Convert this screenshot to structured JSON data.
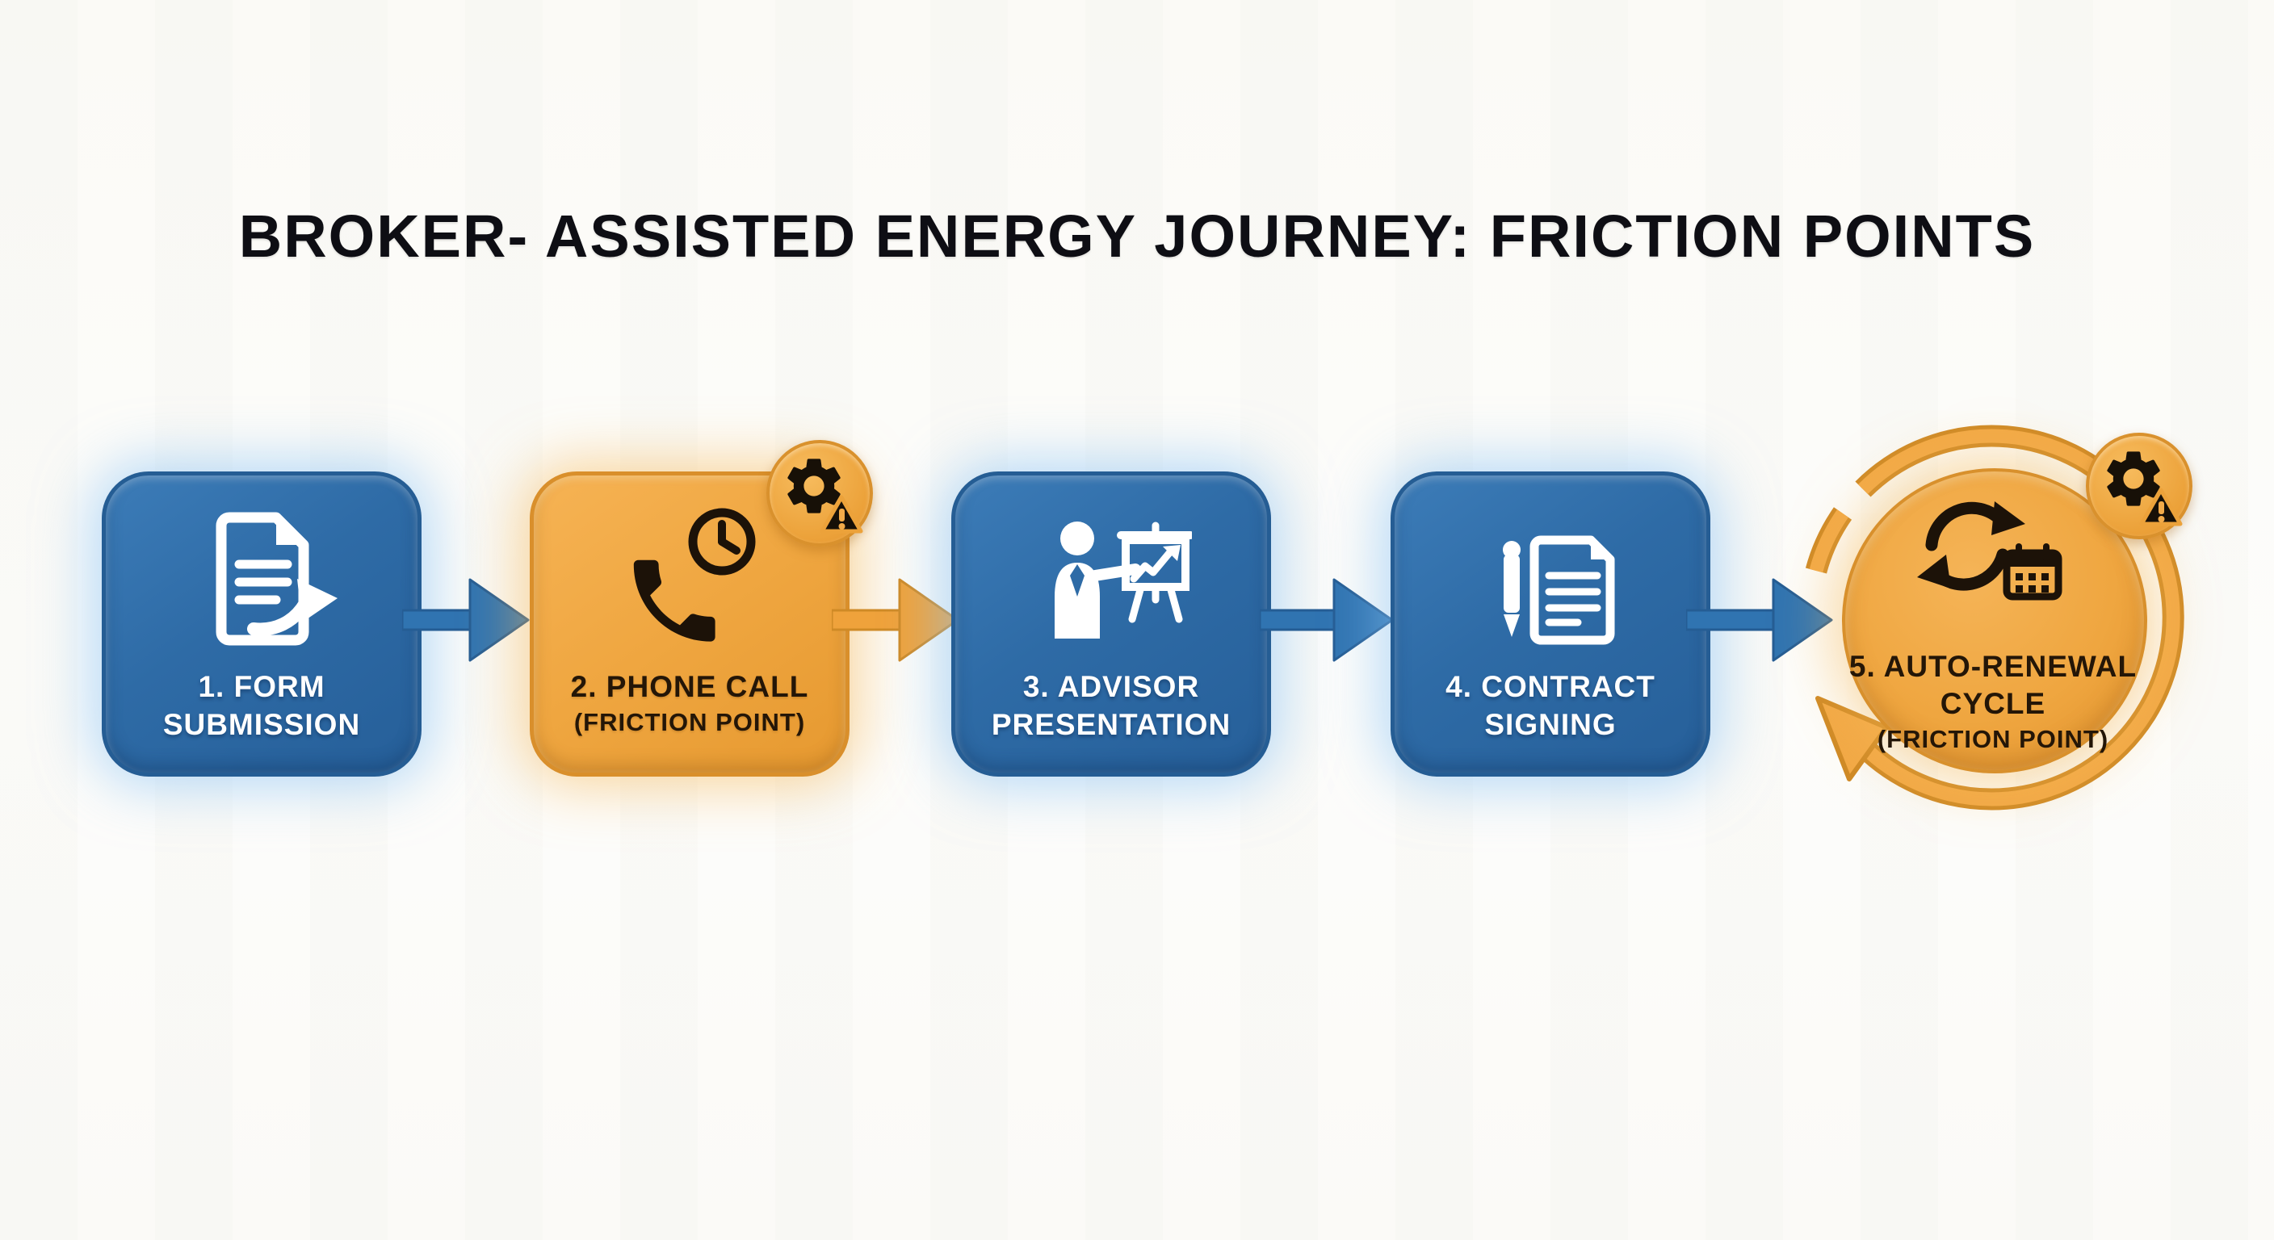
{
  "title": "BROKER- ASSISTED ENERGY JOURNEY: FRICTION POINTS",
  "steps": [
    {
      "name": "Form Submission",
      "lines": [
        "1. FORM",
        "SUBMISSION"
      ],
      "type": "standard",
      "shape": "rounded-square",
      "color": "#2e6ba6",
      "icon": "document-submit-icon"
    },
    {
      "name": "Phone Call",
      "lines": [
        "2. PHONE CALL",
        "(FRICTION POINT)"
      ],
      "type": "friction",
      "shape": "rounded-square",
      "color": "#efa640",
      "icon": "phone-clock-icon",
      "badge": "gear-warning-icon"
    },
    {
      "name": "Advisor Presentation",
      "lines": [
        "3. ADVISOR",
        "PRESENTATION"
      ],
      "type": "standard",
      "shape": "rounded-square",
      "color": "#2e6ba6",
      "icon": "advisor-presentation-icon"
    },
    {
      "name": "Contract Signing",
      "lines": [
        "4. CONTRACT",
        "SIGNING"
      ],
      "type": "standard",
      "shape": "rounded-square",
      "color": "#2e6ba6",
      "icon": "pen-document-icon"
    },
    {
      "name": "Auto-Renewal Cycle",
      "lines": [
        "5. AUTO-RENEWAL",
        "CYCLE",
        "(FRICTION POINT)"
      ],
      "type": "friction",
      "shape": "circle-with-cycle-arrow",
      "color": "#efa640",
      "icon": "renewal-calendar-icon",
      "badge": "gear-warning-icon"
    }
  ],
  "arrows": [
    {
      "from": 1,
      "to": 2,
      "color": "#3074b1"
    },
    {
      "from": 2,
      "to": 3,
      "color": "#efa23b"
    },
    {
      "from": 3,
      "to": 4,
      "color": "#3074b1"
    },
    {
      "from": 4,
      "to": 5,
      "color": "#3074b1"
    }
  ],
  "colors": {
    "background": "#fbfaf7",
    "blue": "#2e6ba6",
    "blue_dark": "#255d94",
    "orange": "#efa640",
    "orange_dark": "#d98f2b",
    "text_on_blue": "#ffffff",
    "text_on_orange": "#241607",
    "title": "#0e0e14"
  }
}
